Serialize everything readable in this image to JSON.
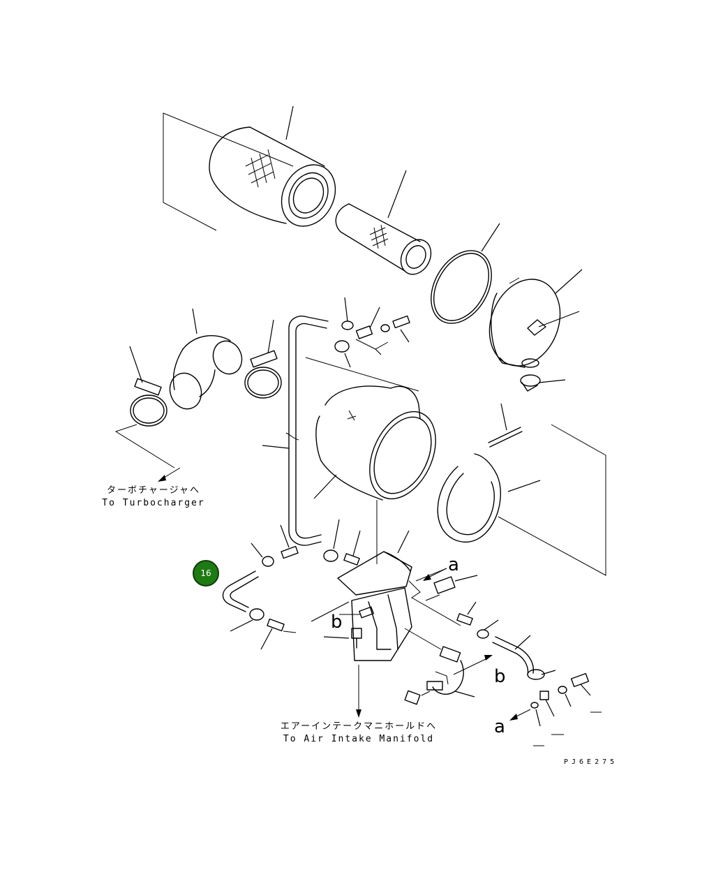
{
  "labels": {
    "turbo_jp": "ターボチャージャへ",
    "turbo_en": "To Turbocharger",
    "manifold_jp": "エアーインテークマニホールドへ",
    "manifold_en": "To Air Intake Manifold",
    "drawing_code": "PJ6E275",
    "ref_a": "a",
    "ref_b": "b"
  },
  "callouts": [
    {
      "number": "16",
      "color": "#1e7a12"
    }
  ]
}
